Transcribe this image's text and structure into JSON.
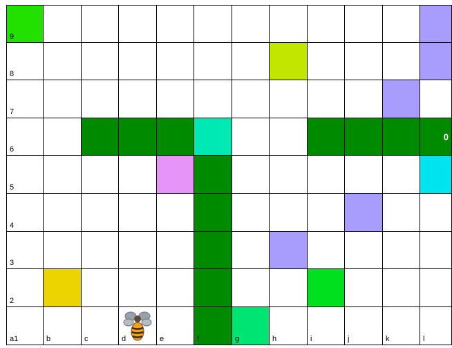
{
  "grid": {
    "columns": [
      "a",
      "b",
      "c",
      "d",
      "e",
      "f",
      "g",
      "h",
      "i",
      "j",
      "k",
      "l"
    ],
    "rows": [
      9,
      8,
      7,
      6,
      5,
      4,
      3,
      2,
      1
    ]
  },
  "colored_cells": [
    {
      "cell": "a9",
      "color": "#22e000"
    },
    {
      "cell": "l9",
      "color": "#a89cfc"
    },
    {
      "cell": "h8",
      "color": "#c2e600"
    },
    {
      "cell": "l8",
      "color": "#a89cfc"
    },
    {
      "cell": "k7",
      "color": "#a89cfc"
    },
    {
      "cell": "c6",
      "color": "#008a00"
    },
    {
      "cell": "d6",
      "color": "#008a00"
    },
    {
      "cell": "e6",
      "color": "#008a00"
    },
    {
      "cell": "f6",
      "color": "#00e8b4"
    },
    {
      "cell": "i6",
      "color": "#008a00"
    },
    {
      "cell": "j6",
      "color": "#008a00"
    },
    {
      "cell": "k6",
      "color": "#008a00"
    },
    {
      "cell": "l6",
      "color": "#008a00",
      "value": "0"
    },
    {
      "cell": "e5",
      "color": "#e694f8"
    },
    {
      "cell": "f5",
      "color": "#008a00"
    },
    {
      "cell": "l5",
      "color": "#00e4f0"
    },
    {
      "cell": "f4",
      "color": "#008a00"
    },
    {
      "cell": "j4",
      "color": "#a89cfc"
    },
    {
      "cell": "f3",
      "color": "#008a00"
    },
    {
      "cell": "h3",
      "color": "#a89cfc"
    },
    {
      "cell": "b2",
      "color": "#ecd400"
    },
    {
      "cell": "f2",
      "color": "#008a00"
    },
    {
      "cell": "i2",
      "color": "#00e01e"
    },
    {
      "cell": "f1",
      "color": "#008a00"
    },
    {
      "cell": "g1",
      "color": "#00e474"
    }
  ],
  "player": {
    "icon": "bee-icon",
    "cell": "d1"
  }
}
